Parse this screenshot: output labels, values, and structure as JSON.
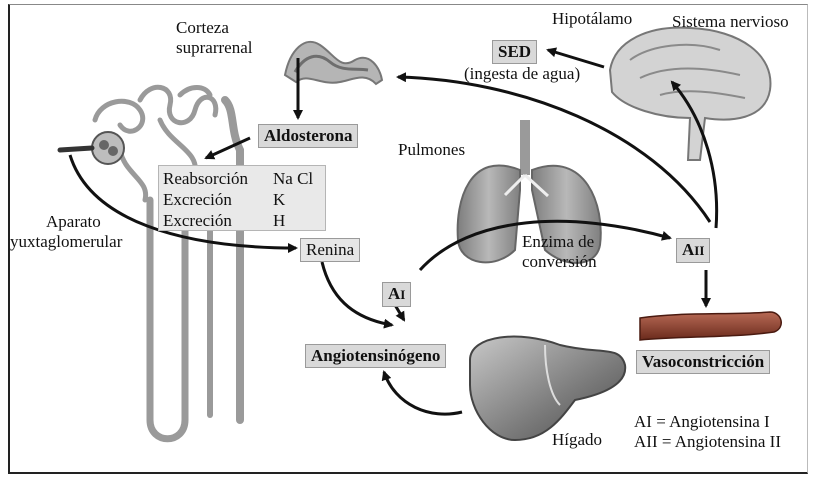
{
  "labels": {
    "corteza": "Corteza",
    "suprarrenal": "suprarrenal",
    "hipotalamo": "Hipotálamo",
    "sistema_nervioso": "Sistema nervioso",
    "sed": "SED",
    "ingesta": "(ingesta de agua)",
    "aldosterona": "Aldosterona",
    "pulmones": "Pulmones",
    "aparato": "Aparato",
    "yuxtaglomerular": "yuxtaglomerular",
    "renina": "Renina",
    "enzima": "Enzima de",
    "conversion": "conversión",
    "a1_main": "A",
    "a1_sub": "I",
    "a2_main": "A",
    "a2_sub": "II",
    "angiotensinogeno": "Angiotensinógeno",
    "vasoconstriccion": "Vasoconstricción",
    "higado": "Hígado"
  },
  "kidney_info": [
    {
      "action": "Reabsorción",
      "ion": "Na Cl"
    },
    {
      "action": "Excreción",
      "ion": "K"
    },
    {
      "action": "Excreción",
      "ion": "H"
    }
  ],
  "legend": [
    "AI = Angiotensina I",
    "AII = Angiotensina II"
  ],
  "colors": {
    "organ_fill": "#9a9a9a",
    "organ_dark": "#555555",
    "label_box": "#d9d9d9",
    "vessel": "#8c3b2a"
  }
}
